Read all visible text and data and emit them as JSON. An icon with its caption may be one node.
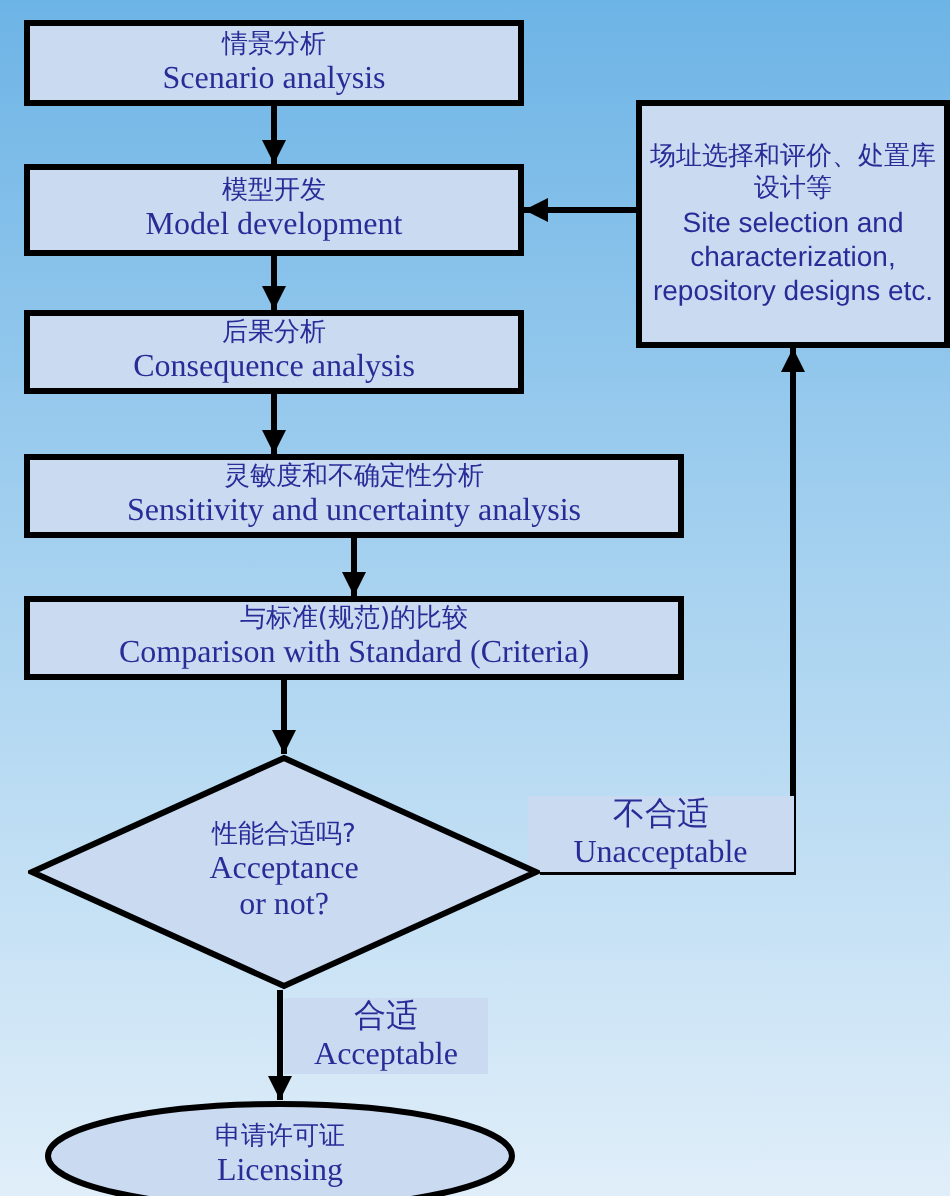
{
  "diagram": {
    "nodes": [
      {
        "text": [
          "情景分析",
          "Scenario analysis"
        ]
      },
      {
        "text": [
          "模型开发",
          "Model development"
        ]
      },
      {
        "text": [
          "后果分析",
          "Consequence analysis"
        ]
      },
      {
        "text": [
          "灵敏度和不确定性分析",
          "Sensitivity and uncertainty analysis"
        ]
      },
      {
        "text": [
          "与标准(规范)的比较",
          "Comparison with Standard (Criteria)"
        ]
      },
      {
        "text": [
          "性能合适吗?",
          "Acceptance or not?"
        ]
      },
      {
        "text": [
          "场址选择和评价、处置库设计等",
          "Site selection and characterization, repository designs etc."
        ]
      },
      {
        "text": [
          "申请许可证",
          "Licensing"
        ]
      }
    ],
    "edges": [
      {
        "from": 0,
        "to": 1,
        "arrow": "to"
      },
      {
        "from": 1,
        "to": 2,
        "arrow": "to"
      },
      {
        "from": 2,
        "to": 3,
        "arrow": "to"
      },
      {
        "from": 3,
        "to": 4,
        "arrow": "to"
      },
      {
        "from": 4,
        "to": 5,
        "arrow": "to"
      },
      {
        "from": 5,
        "to": 7,
        "arrow": "to",
        "label": "合适 Acceptable"
      },
      {
        "from": 5,
        "to": 6,
        "arrow": "to",
        "label": "不合适 Unacceptable"
      },
      {
        "from": 6,
        "to": 1,
        "arrow": "to"
      }
    ]
  }
}
